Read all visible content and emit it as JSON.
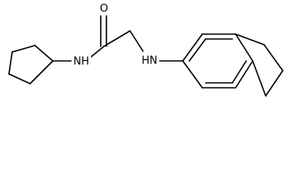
{
  "molecule": {
    "atoms": {
      "o1": {
        "label": "O"
      },
      "n1": {
        "label": "NH"
      },
      "n2": {
        "label": "HN"
      }
    },
    "colors": {
      "bond": "#000000",
      "label": "#000000",
      "background": "#ffffff"
    }
  }
}
